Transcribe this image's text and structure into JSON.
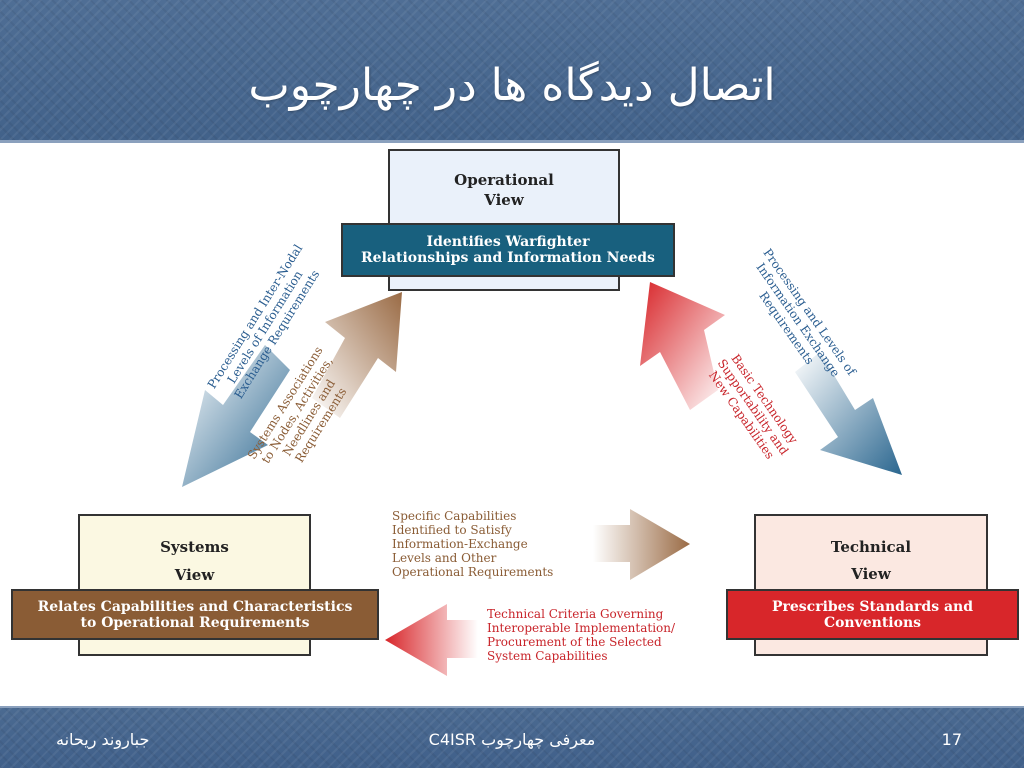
{
  "slide": {
    "title": "اتصال دیدگاه ها در چهارچوب",
    "footer_left": "جباروند ریحانه",
    "footer_center": "معرفی چهارچوب C4ISR",
    "page_number": "17"
  },
  "colors": {
    "operational_band": "#18607e",
    "systems_band": "#8a5c35",
    "technical_band": "#d8262a",
    "blue_text": "#2a5d90",
    "brown_text": "#8a5c35",
    "red_text": "#c8242a"
  },
  "views": {
    "operational": {
      "title_line1": "Operational",
      "title_line2": "View",
      "band_line1": "Identifies Warfighter",
      "band_line2": "Relationships and Information Needs"
    },
    "systems": {
      "title_line1": "Systems",
      "title_line2": "View",
      "band_line1": "Relates Capabilities and Characteristics",
      "band_line2": "to Operational Requirements"
    },
    "technical": {
      "title_line1": "Technical",
      "title_line2": "View",
      "band_line1": "Prescribes Standards and",
      "band_line2": "Conventions"
    }
  },
  "links": {
    "op_to_sys": [
      "Processing and Inter-Nodal",
      "Levels of Information",
      "Exchange Requirements"
    ],
    "sys_to_op": [
      "Systems Associations",
      "to Nodes, Activities,",
      "Needlines and",
      "Requirements"
    ],
    "op_to_tech": [
      "Processing and Levels of",
      "Information Exchange",
      "Requirements"
    ],
    "tech_to_op": [
      "Basic Technology",
      "Supportability and",
      "New Capabilities"
    ],
    "sys_to_tech": [
      "Specific Capabilities",
      "Identified to Satisfy",
      "Information-Exchange",
      "Levels and Other",
      "Operational Requirements"
    ],
    "tech_to_sys": [
      "Technical Criteria Governing",
      "Interoperable Implementation/",
      "Procurement of the Selected",
      "System Capabilities"
    ]
  }
}
